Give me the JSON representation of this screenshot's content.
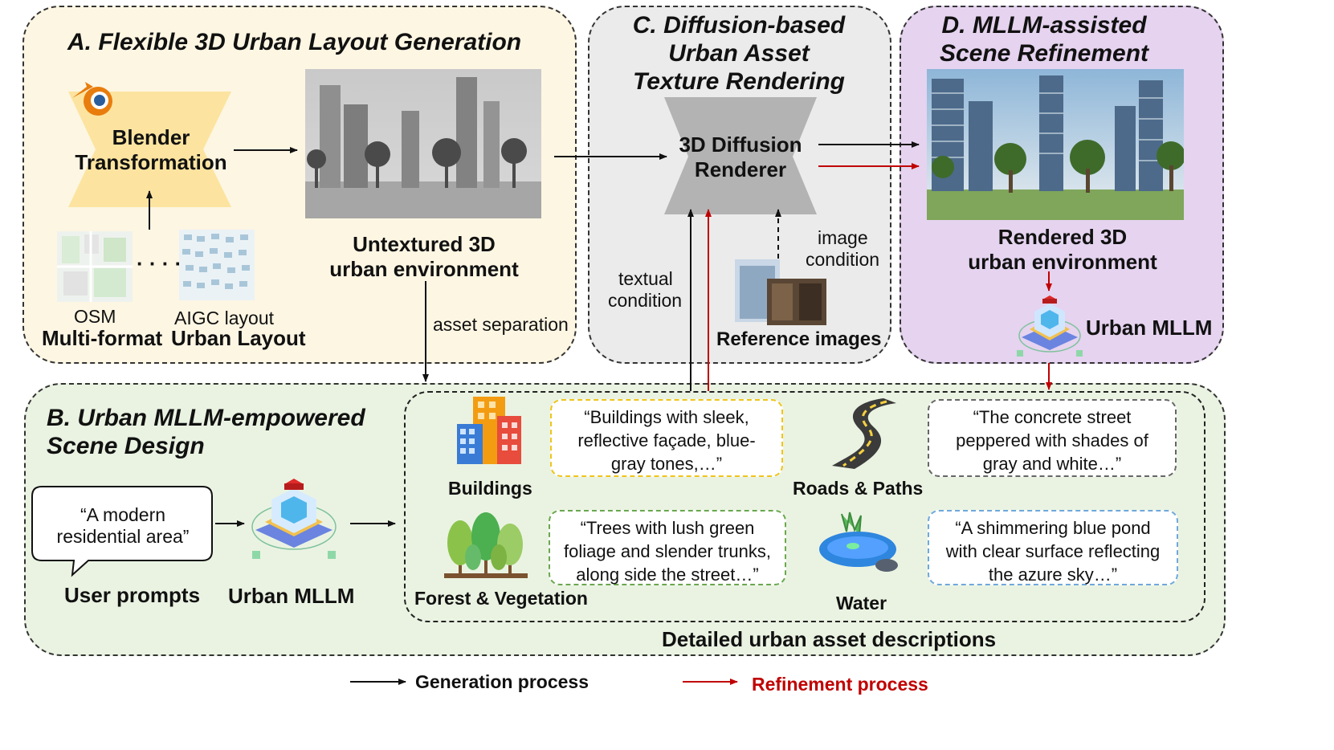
{
  "panels": {
    "a_title": "A. Flexible 3D Urban Layout Generation",
    "b_title_1": "B. Urban MLLM-empowered",
    "b_title_2": "Scene Design",
    "c_title_1": "C. Diffusion-based",
    "c_title_2": "Urban Asset",
    "c_title_3": "Texture Rendering",
    "d_title_1": "D. MLLM-assisted",
    "d_title_2": "Scene Refinement"
  },
  "panel_a": {
    "blender_1": "Blender",
    "blender_2": "Transformation",
    "dots": "· · · ·",
    "osm": "OSM",
    "aigc": "AIGC layout",
    "layout_1": "Multi-format",
    "layout_2": "Urban Layout",
    "untextured_1": "Untextured 3D",
    "untextured_2": "urban environment",
    "asset_sep": "asset separation"
  },
  "panel_c": {
    "renderer_1": "3D Diffusion",
    "renderer_2": "Renderer",
    "textual_1": "textual",
    "textual_2": "condition",
    "image_1": "image",
    "image_2": "condition",
    "reference": "Reference images"
  },
  "panel_d": {
    "rendered_1": "Rendered 3D",
    "rendered_2": "urban environment",
    "mllm": "Urban MLLM"
  },
  "panel_b": {
    "prompt_1": "“A modern",
    "prompt_2": "residential area”",
    "user_prompts": "User prompts",
    "mllm": "Urban MLLM",
    "buildings": "Buildings",
    "roads": "Roads & Paths",
    "forest": "Forest & Vegetation",
    "water": "Water",
    "q_buildings": [
      "“Buildings with sleek,",
      "reflective façade, blue-",
      "gray tones,…”"
    ],
    "q_roads": [
      "“The concrete street",
      "peppered with shades of",
      "gray and white…”"
    ],
    "q_forest": [
      "“Trees with lush green",
      "foliage and slender trunks,",
      "along side the street…”"
    ],
    "q_water": [
      "“A shimmering blue pond",
      "with clear surface reflecting",
      "the azure sky…”"
    ],
    "detailed": "Detailed urban asset descriptions"
  },
  "legend": {
    "generation": "Generation process",
    "refinement": "Refinement process"
  },
  "colors": {
    "panel_a": "#fdf6e3",
    "panel_b": "#eaf3e2",
    "panel_c": "#ebebeb",
    "panel_d": "#e5d3ef",
    "blender": "#fce4a0",
    "renderer": "#b3b3b3",
    "refine_red": "#c00000",
    "q_buildings": "#f0c419",
    "q_roads": "#666666",
    "q_forest": "#6aa84f",
    "q_water": "#6fa8dc"
  }
}
